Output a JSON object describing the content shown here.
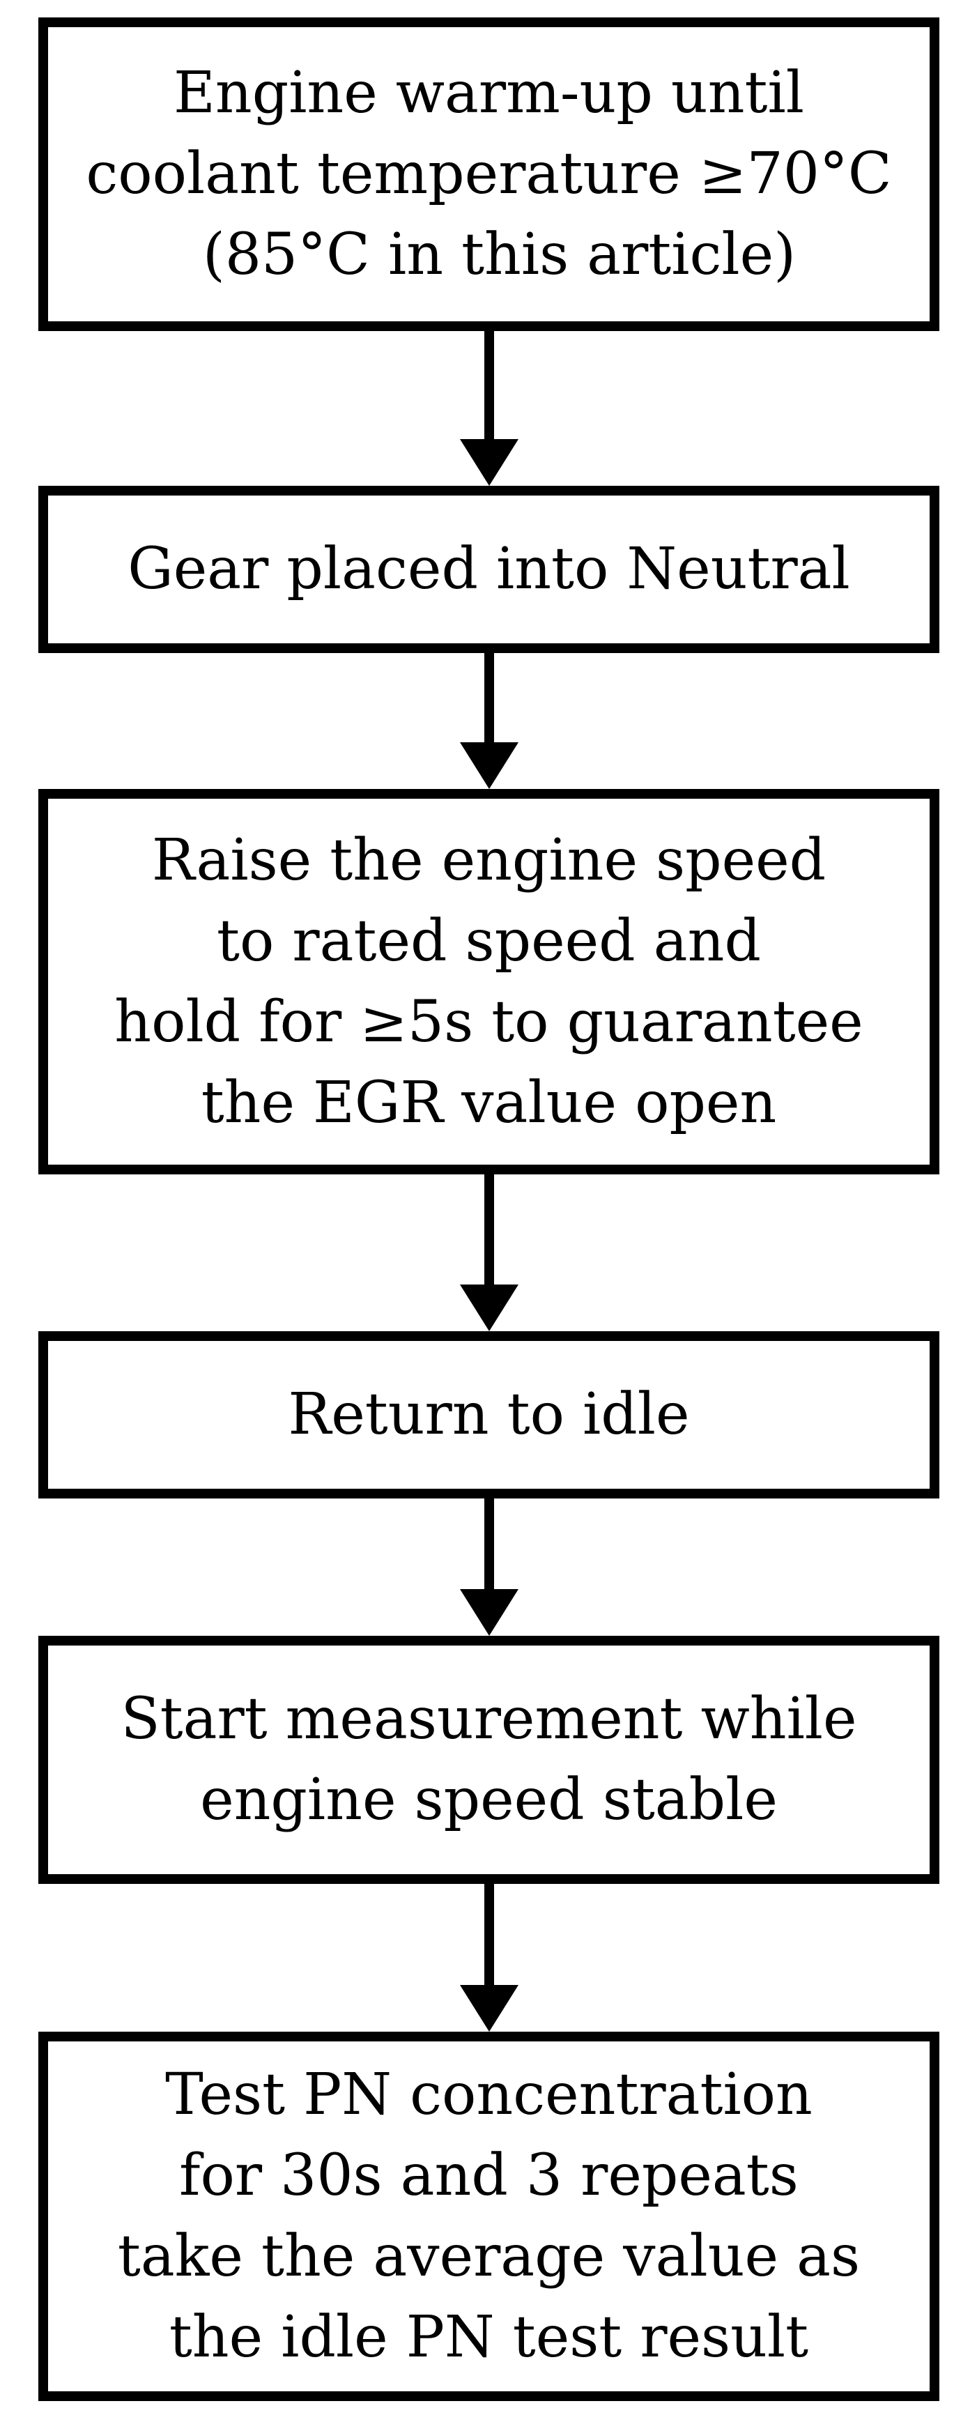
{
  "steps": [
    {
      "lines": [
        "Engine warm-up until",
        "coolant temperature ≥70°C",
        "(85°C in this article)"
      ]
    },
    {
      "lines": [
        "Gear placed into Neutral"
      ]
    },
    {
      "lines": [
        "Raise the engine speed",
        "to rated speed and",
        "hold for ≥5s to guarantee",
        "the EGR value open"
      ]
    },
    {
      "lines": [
        "Return to idle"
      ]
    },
    {
      "lines": [
        "Start measurement while",
        "engine speed stable"
      ]
    },
    {
      "lines": [
        "Test PN concentration",
        "for 30s and 3 repeats",
        "take the average value as",
        "the idle PN test result"
      ]
    }
  ],
  "colors": {
    "stroke": "#000000",
    "background": "#ffffff"
  }
}
